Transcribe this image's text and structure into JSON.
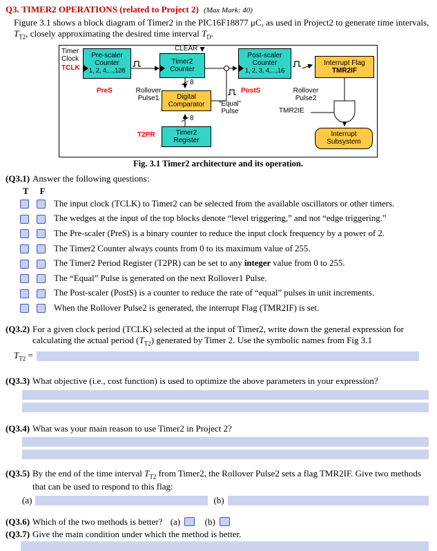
{
  "colors": {
    "title_red": "#c00000",
    "label_red": "#f40208",
    "teal": "#30d5c8",
    "yellow": "#ffc845",
    "answer_blue": "#ccd3ef",
    "checkbox_fill": "#c9d0f0",
    "checkbox_border": "#4055c0"
  },
  "title": {
    "q": "Q3.",
    "text": "TIMER2 OPERATIONS (related to Project 2)",
    "mark": "(Max Mark: 40)"
  },
  "intro": {
    "p1": "Figure 3.1 shows a block diagram of Timer2 in the PIC16F18877 μC, as used in Project2 to generate time intervals, ",
    "t1": "T",
    "s1": "T2",
    "p2": ", closely approximating the desired time interval ",
    "t2": "T",
    "s2": "D",
    "p3": "."
  },
  "diagram": {
    "clear": "CLEAR",
    "timer_clock_1": "Timer",
    "timer_clock_2": "Clock",
    "tclk": "TCLK",
    "prescaler_1": "Pre-scaler",
    "prescaler_2": "Counter",
    "prescaler_3": "1, 2, 4,...,128",
    "t2counter_1": "Timer2",
    "t2counter_2": "Counter",
    "postscaler_1": "Post-scaler",
    "postscaler_2": "Counter",
    "postscaler_3": "1, 2, 3, 4,...,16",
    "intflag_1": "Interrupt Flag",
    "intflag_2": "TMR2IF",
    "pres": "PreS",
    "rollover1_1": "Rollover",
    "rollover1_2": "Pulse1",
    "comparator_1": "Digital",
    "comparator_2": "Comparator",
    "equal_1": "“Equal”",
    "equal_2": "Pulse",
    "posts": "PostS",
    "rollover2_1": "Rollover",
    "rollover2_2": "Pulse2",
    "tmr2ie": "TMR2IE",
    "bus8": "8",
    "t2pr": "T2PR",
    "register_1": "Timer2",
    "register_2": "Register",
    "intsub_1": "Interrupt",
    "intsub_2": "Subsystem",
    "caption": "Fig. 3.1 Timer2 architecture and its operation."
  },
  "q31": {
    "label": "(Q3.1)",
    "prompt": "Answer the following questions:",
    "t": "T",
    "f": "F",
    "statements": [
      {
        "pre": "The input clock (TCLK) to Timer2 can be selected from the available oscillators or other timers.",
        "bold": "",
        "post": ""
      },
      {
        "pre": "The wedges at the input of the top blocks denote “level triggering,” and not “edge triggering.”",
        "bold": "",
        "post": ""
      },
      {
        "pre": "The Pre-scaler (PreS) is a binary counter to reduce the input clock frequency by a power of 2.",
        "bold": "",
        "post": ""
      },
      {
        "pre": "The Timer2 Counter always counts from 0 to its maximum value of 255.",
        "bold": "",
        "post": ""
      },
      {
        "pre": "The Timer2 Period Register (T2PR) can be set to any ",
        "bold": "integer",
        "post": " value from 0 to 255."
      },
      {
        "pre": "The “Equal” Pulse is generated on the next Rollover1 Pulse.",
        "bold": "",
        "post": ""
      },
      {
        "pre": "The Post-scaler (PostS) is a counter to reduce the rate of “equal” pulses in unit increments.",
        "bold": "",
        "post": ""
      },
      {
        "pre": "When the Rollover Pulse2 is generated, the interrupt Flag (TMR2IF) is set.",
        "bold": "",
        "post": ""
      }
    ]
  },
  "q32": {
    "label": "(Q3.2)",
    "p1": "For a given clock period (TCLK) selected at the input of Timer2, write down the general expression for calculating the actual period (",
    "t": "T",
    "s": "T2",
    "p2": ") generated by Timer 2. Use the symbolic names from Fig 3.1",
    "ans_t": "T",
    "ans_s": "T2",
    "eq": "="
  },
  "q33": {
    "label": "(Q3.3)",
    "text": "What objective (i.e., cost function) is used to optimize the above parameters in your expression?"
  },
  "q34": {
    "label": "(Q3.4)",
    "text": "What was your main reason to use Timer2 in Project 2?"
  },
  "q35": {
    "label": "(Q3.5)",
    "p1": "By the end of the time interval ",
    "t": "T",
    "s": "T2",
    "p2": " from Timer2, the Rollover Pulse2 sets a flag TMR2IF. Give two methods that can be used to respond to this flag:",
    "a": "(a)",
    "b": "(b)"
  },
  "q36": {
    "label": "(Q3.6)",
    "text": "Which of the two methods is better?",
    "a": "(a)",
    "b": "(b)"
  },
  "q37": {
    "label": "(Q3.7)",
    "text": "Give the main condition under which the method is better."
  }
}
